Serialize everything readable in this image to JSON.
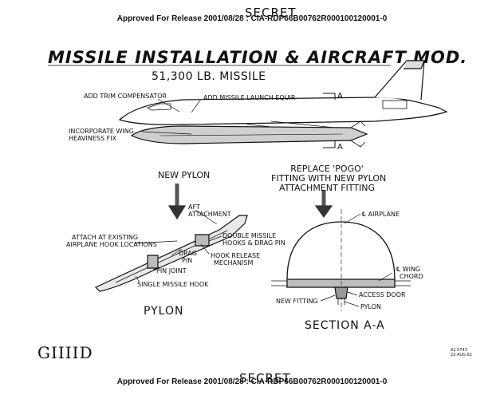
{
  "header_stamp": "Approved For Release 2001/08/28 : CIA-RDP66B00762R000100120001-0",
  "footer_stamp": "Approved For Release 2001/08/28 : CIA-RDP66B00762R000100120001-0",
  "classification_top": "SECRET",
  "classification_bottom": "SECRET",
  "title": "MISSILE INSTALLATION & AIRCRAFT MOD.",
  "subtitle": "51,300 LB. MISSILE",
  "aircraft_labels": {
    "trim": "ADD TRIM COMPENSATOR",
    "launch_equip": "ADD MISSILE LAUNCH EQUIP.",
    "wing_line1": "INCORPORATE WING",
    "wing_line2": "HEAVINESS FIX",
    "section_mark_top": "A",
    "section_mark_bottom": "A"
  },
  "new_pylon_label": "NEW PYLON",
  "replace_line1": "REPLACE 'POGO'",
  "replace_line2": "FITTING WITH NEW PYLON",
  "replace_line3": "ATTACHMENT FITTING",
  "pylon_labels": {
    "aft_line1": "AFT",
    "aft_line2": "ATTACHMENT",
    "attach_line1": "ATTACH AT EXISTING",
    "attach_line2": "AIRPLANE HOOK LOCATIONS",
    "double_line1": "DOUBLE MISSILE",
    "double_line2": "HOOKS & DRAG PIN",
    "drag_line1": "DRAG",
    "drag_line2": "PIN",
    "release_line1": "HOOK RELEASE",
    "release_line2": "MECHANISM",
    "pin_joint": "PIN JOINT",
    "single_hook": "SINGLE MISSILE HOOK",
    "caption": "PYLON"
  },
  "section_labels": {
    "cl_airplane": "℄ AIRPLANE",
    "cl_wing_line1": "℄ WING",
    "cl_wing_line2": "CHORD",
    "access_door": "ACCESS DOOR",
    "new_fitting": "NEW FITTING",
    "pylon": "PYLON",
    "caption": "SECTION A-A"
  },
  "logo": "GIIIID",
  "corner_code_line1": "A1 0743",
  "corner_code_line2": "23 AUG 62"
}
